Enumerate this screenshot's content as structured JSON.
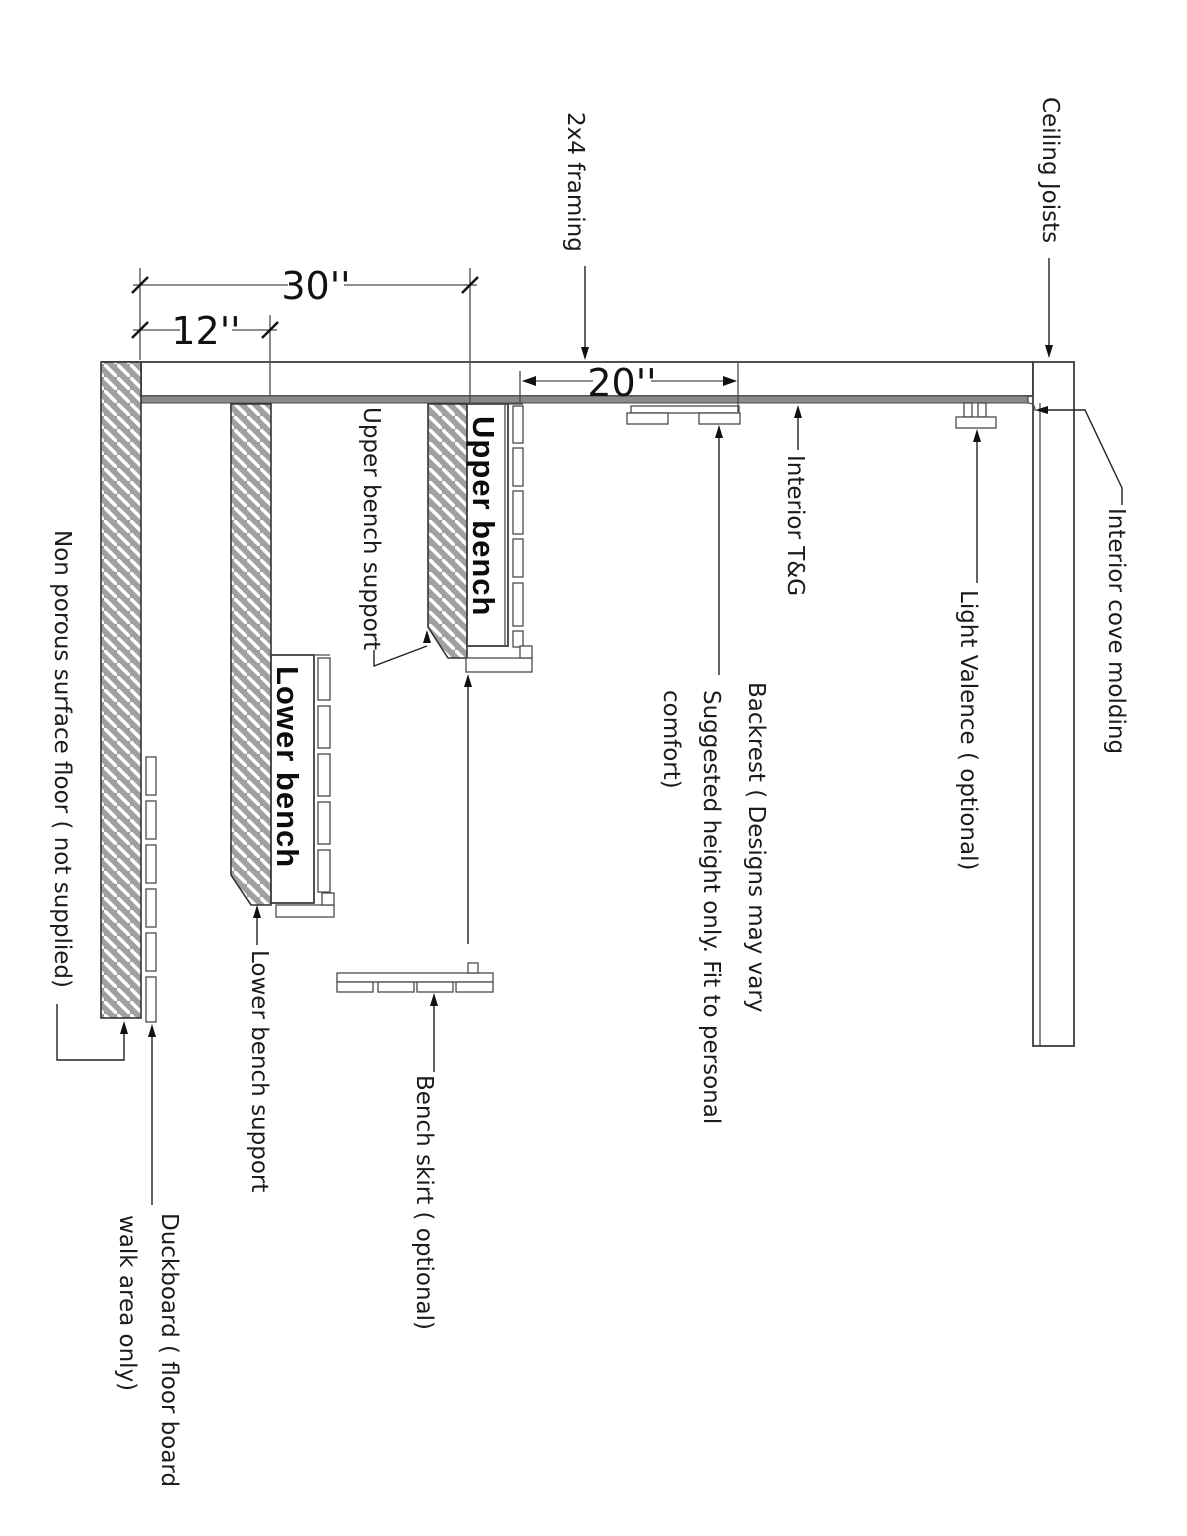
{
  "drawing": {
    "type": "sauna-bench-construction-section",
    "orientation": "rotated-90-clockwise"
  },
  "dimensions": {
    "d30": "30''",
    "d12": "12''",
    "d20": "20''"
  },
  "labels": {
    "framing": "2x4 framing",
    "ceiling_joists": "Ceiling Joists",
    "interior_tg": "Interior T&G",
    "light_valence": "Light Valence ( optional)",
    "cove_molding": "Interior cove molding",
    "backrest_line1": "Backrest ( Designs may vary",
    "backrest_line2": "Suggested height only. Fit to personal",
    "backrest_line3": "comfort)",
    "upper_bench": "Upper bench",
    "lower_bench": "Lower bench",
    "upper_bench_support": "Upper bench support",
    "lower_bench_support": "Lower bench support",
    "bench_skirt": "Bench skirt ( optional)",
    "non_porous_floor": "Non porous surface floor ( not supplied)",
    "duckboard_line1": "Duckboard ( floor board",
    "duckboard_line2": "walk area only)"
  },
  "colors": {
    "paper": "#ffffff",
    "line": "#3d3d3d",
    "text": "#1b1b1b",
    "hatch_base": "#a0a0a0",
    "tg_band": "#8a8a8a"
  }
}
